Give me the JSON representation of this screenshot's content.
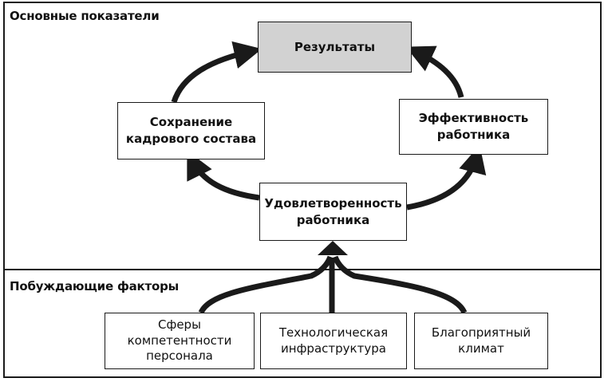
{
  "sections": {
    "main_indicators": "Основные показатели",
    "motivating_factors": "Побуждающие факторы"
  },
  "nodes": {
    "results": "Результаты",
    "retention": "Сохранение\nкадрового состава",
    "efficiency": "Эффективность\nработника",
    "satisfaction": "Удовлетворенность\nработника",
    "competence": "Сферы\nкомпетентности\nперсонала",
    "infrastructure": "Технологическая\nинфраструктура",
    "climate": "Благоприятный\nклимат"
  },
  "colors": {
    "stroke": "#1a1a1a",
    "results_fill": "#d2d2d2"
  }
}
